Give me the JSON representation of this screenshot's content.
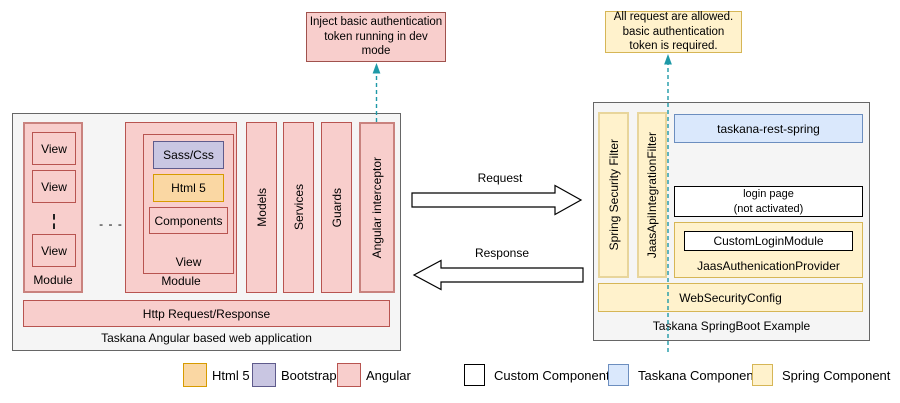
{
  "palette": {
    "angular": {
      "fill": "#F8CECC",
      "border": "#B85450"
    },
    "html5": {
      "fill": "#FAD7A3",
      "border": "#D79B00"
    },
    "bootstrap": {
      "fill": "#C9C6E2",
      "border": "#5F5B8C"
    },
    "custom": {
      "fill": "#FFFFFF",
      "border": "#000000"
    },
    "taskana": {
      "fill": "#DAE8FC",
      "border": "#6C8EBF"
    },
    "spring": {
      "fill": "#FFF2CC",
      "border": "#D6B656"
    },
    "container": {
      "fill": "#F5F5F5",
      "border": "#666666"
    },
    "connector": "#1E99A7"
  },
  "annotations": {
    "left_note": "Inject basic authentication\ntoken running in dev\nmode",
    "right_note": "All request are allowed.\nbasic authentication\ntoken is required."
  },
  "arrows": {
    "request": "Request",
    "response": "Response"
  },
  "left_app": {
    "caption": "Taskana Angular based web application",
    "module1": {
      "label": "Module",
      "views": [
        "View",
        "View",
        "View"
      ]
    },
    "between_modules": "- - -",
    "module2": {
      "label": "Module",
      "view_label": "View",
      "children": [
        "Sass/Css",
        "Html 5",
        "Components"
      ]
    },
    "bars": [
      "Models",
      "Services",
      "Guards",
      "Angular interceptor"
    ],
    "http_bar": "Http Request/Response"
  },
  "right_app": {
    "caption": "Taskana SpringBoot Example",
    "filters": [
      "Spring Security Filter",
      "JaasApiIntegrationFilter"
    ],
    "rest": "taskana-rest-spring",
    "login": "login page\n(not activated)",
    "provider": {
      "label": "JaasAuthenicationProvider",
      "inner": "CustomLoginModule"
    },
    "websecurity": "WebSecurityConfig"
  },
  "legend": {
    "items": [
      {
        "label": "Html 5"
      },
      {
        "label": "Bootstrap"
      },
      {
        "label": "Angular"
      },
      {
        "label": "Custom Component"
      },
      {
        "label": "Taskana Component"
      },
      {
        "label": "Spring Component"
      }
    ]
  }
}
